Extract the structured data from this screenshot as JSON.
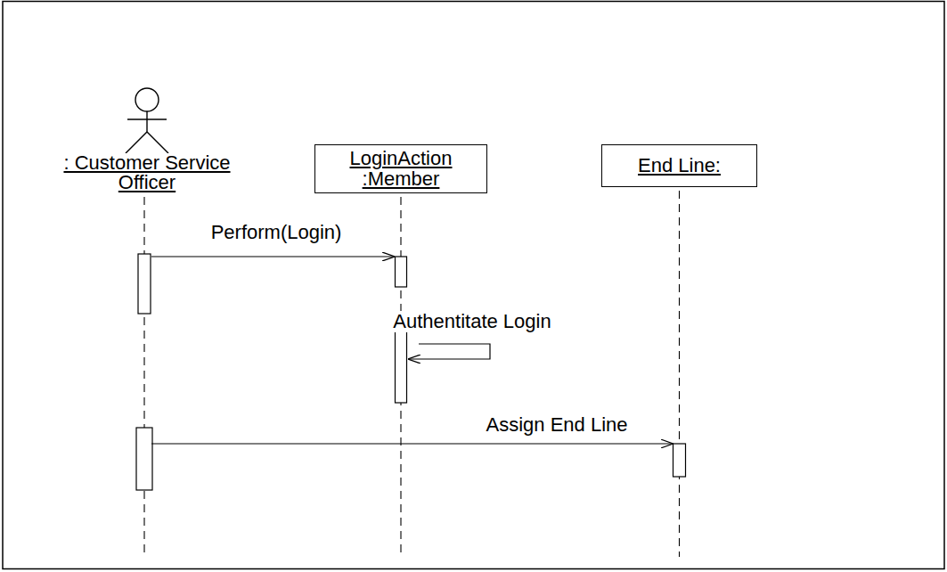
{
  "diagram": {
    "nodes": [
      {
        "text": [
          ": Customer Service Officer"
        ]
      },
      {
        "text": [
          "LoginAction :Member"
        ]
      },
      {
        "text": [
          "End Line:"
        ]
      }
    ],
    "edges": [
      {
        "from": 0,
        "to": 1,
        "label": "Perform(Login)",
        "arrow": "to"
      },
      {
        "from": 1,
        "to": 1,
        "label": "Authentitate Login",
        "arrow": "to"
      },
      {
        "from": 0,
        "to": 2,
        "label": "Assign End Line",
        "arrow": "to"
      }
    ]
  }
}
